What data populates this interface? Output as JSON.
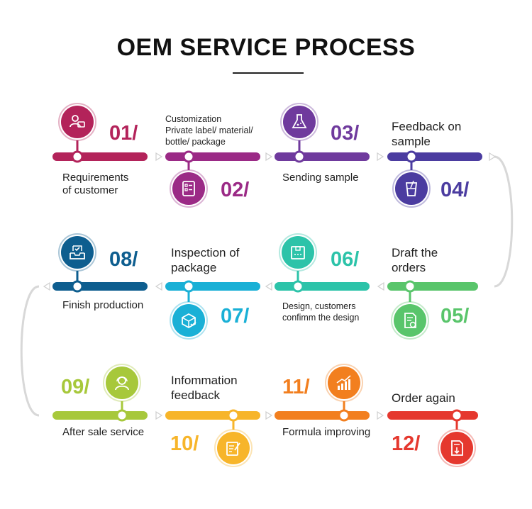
{
  "title": "OEM SERVICE PROCESS",
  "colors": {
    "s01": "#b3235a",
    "s02": "#9b2a86",
    "s03": "#6f3a9d",
    "s04": "#4b3ca0",
    "s05": "#59c56b",
    "s06": "#2cc3a9",
    "s07": "#1ab0d6",
    "s08": "#0e5e8f",
    "s09": "#a7c83b",
    "s10": "#f7b52a",
    "s11": "#f27f1f",
    "s12": "#e5382e",
    "arrow": "#d8d8d8"
  },
  "steps": [
    {
      "num": "01/",
      "label": "Requirements\nof customer",
      "icon": "customer-id-icon"
    },
    {
      "num": "02/",
      "label": "Customization\nPrivate label/ material/\nbottle/ package",
      "icon": "checklist-icon"
    },
    {
      "num": "03/",
      "label": "Sending sample",
      "icon": "flask-icon"
    },
    {
      "num": "04/",
      "label": "Feedback on\nsample",
      "icon": "beaker-icon"
    },
    {
      "num": "05/",
      "label": "Draft the\norders",
      "icon": "document-check-icon"
    },
    {
      "num": "06/",
      "label": "Design, customers\nconfimm the design",
      "icon": "package-box-icon"
    },
    {
      "num": "07/",
      "label": "Inspection of\npackage",
      "icon": "box-check-icon"
    },
    {
      "num": "08/",
      "label": "Finish production",
      "icon": "inbox-check-icon"
    },
    {
      "num": "09/",
      "label": "After sale service",
      "icon": "support-agent-icon"
    },
    {
      "num": "10/",
      "label": "Infommation\nfeedback",
      "icon": "edit-note-icon"
    },
    {
      "num": "11/",
      "label": "Formula improving",
      "icon": "growth-chart-icon"
    },
    {
      "num": "12/",
      "label": "Order again",
      "icon": "order-download-icon"
    }
  ]
}
